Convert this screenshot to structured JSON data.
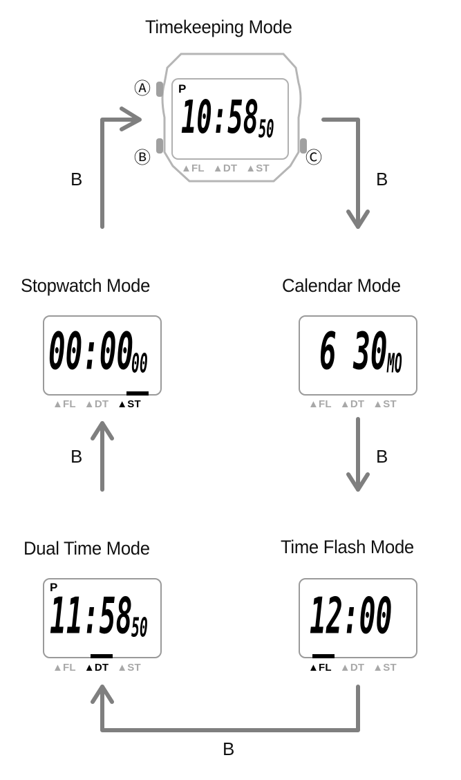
{
  "modes": {
    "timekeeping": {
      "title": "Timekeeping Mode",
      "pm": "P",
      "main": "10:58",
      "sub": "50",
      "active_indicator": ""
    },
    "stopwatch": {
      "title": "Stopwatch Mode",
      "pm": "",
      "main": "00:00",
      "sub": "00",
      "active_indicator": "ST"
    },
    "calendar": {
      "title": "Calendar Mode",
      "pm": "",
      "main": "6 30",
      "sub": "MO",
      "active_indicator": ""
    },
    "dual_time": {
      "title": "Dual Time Mode",
      "pm": "P",
      "main": "11:58",
      "sub": "50",
      "active_indicator": "DT"
    },
    "time_flash": {
      "title": "Time Flash Mode",
      "pm": "",
      "main": "12:00",
      "sub": "",
      "active_indicator": "FL"
    }
  },
  "indicators": [
    "▲FL",
    "▲DT",
    "▲ST"
  ],
  "buttons": {
    "a": "Ⓐ",
    "b": "Ⓑ",
    "c": "Ⓒ"
  },
  "transitions": [
    {
      "from": "Timekeeping Mode",
      "to": "Calendar Mode",
      "label": "B"
    },
    {
      "from": "Calendar Mode",
      "to": "Time Flash Mode",
      "label": "B"
    },
    {
      "from": "Time Flash Mode",
      "to": "Dual Time Mode",
      "label": "B"
    },
    {
      "from": "Dual Time Mode",
      "to": "Stopwatch Mode",
      "label": "B"
    },
    {
      "from": "Stopwatch Mode",
      "to": "Timekeeping Mode",
      "label": "B"
    }
  ],
  "colors": {
    "arrow": "#7f7f7f",
    "watch_outline": "#b0b0b0",
    "inactive_indicator": "#a8a8a8",
    "text": "#111111"
  }
}
